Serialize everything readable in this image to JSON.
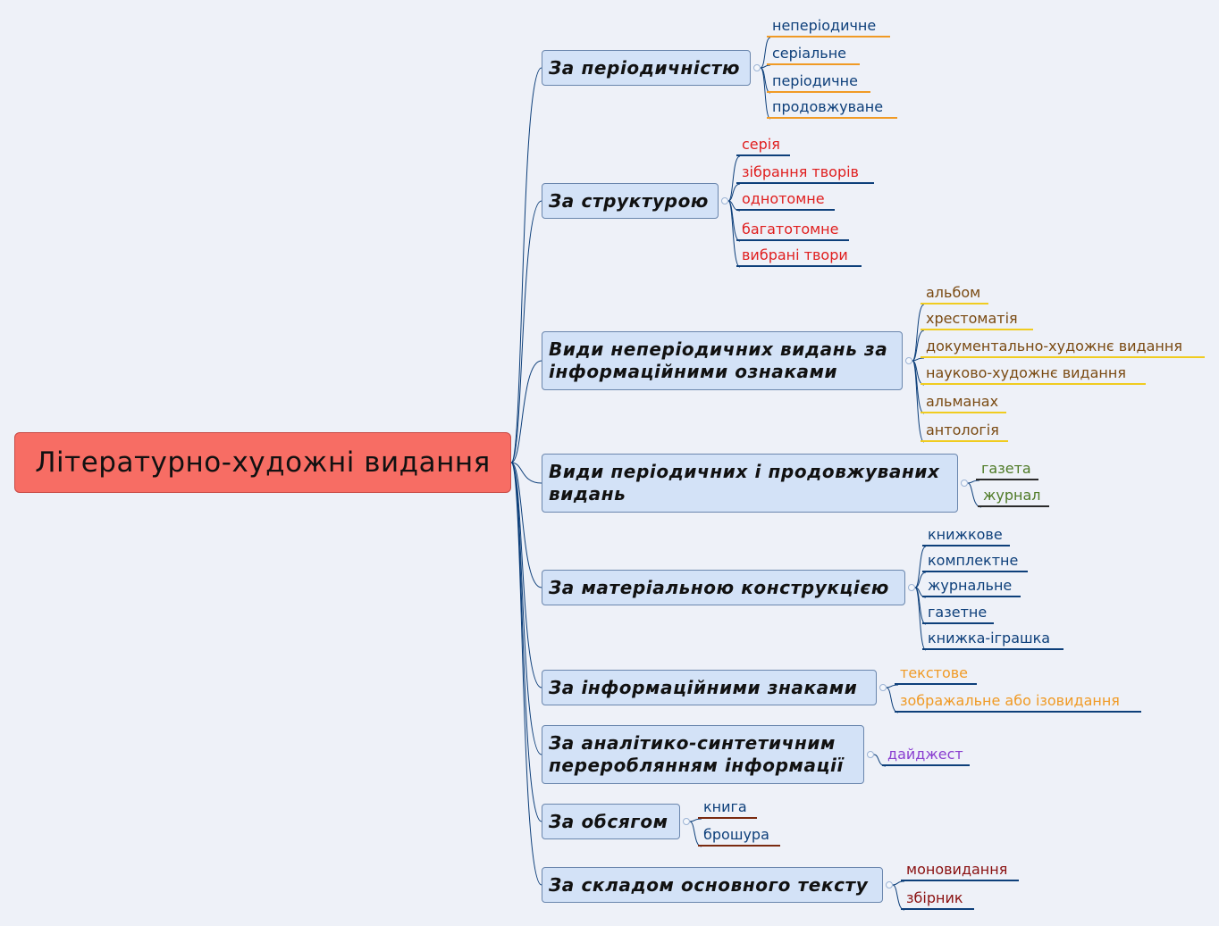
{
  "root": {
    "label": "Літературно-художні видання"
  },
  "branches": [
    {
      "label": "За періодичністю",
      "text_color": "#0d3f7a",
      "line_color": "#f09a25",
      "leaves": [
        "неперіодичне",
        "серіальне",
        "періодичне",
        "продовжуване"
      ]
    },
    {
      "label": "За структурою",
      "text_color": "#e01e1e",
      "line_color": "#0d3f7a",
      "leaves": [
        "серія",
        "зібрання творів",
        "однотомне",
        "багатотомне",
        "вибрані твори"
      ]
    },
    {
      "label": "Види неперіодичних видань за інформаційними ознаками",
      "text_color": "#7a4a12",
      "line_color": "#f0cc20",
      "leaves": [
        "альбом",
        "хрестоматія",
        "документально-художнє видання",
        "науково-художнє видання",
        "альманах",
        "антологія"
      ]
    },
    {
      "label": "Види періодичних і продовжуваних видань",
      "text_color": "#4e7a26",
      "line_color": "#2a2a2a",
      "leaves": [
        "газета",
        "журнал"
      ]
    },
    {
      "label": "За матеріальною конструкцією",
      "text_color": "#0d3f7a",
      "line_color": "#0d3f7a",
      "leaves": [
        "книжкове",
        "комплектне",
        "журнальне",
        "газетне",
        "книжка-іграшка"
      ]
    },
    {
      "label": "За інформаційними знаками",
      "text_color": "#f09a25",
      "line_color": "#0d3f7a",
      "leaves": [
        "текстове",
        "зображальне або ізовидання"
      ]
    },
    {
      "label": "За аналітико-синтетичним перероблянням інформації",
      "text_color": "#8a3fd0",
      "line_color": "#0d3f7a",
      "leaves": [
        "дайджест"
      ]
    },
    {
      "label": "За обсягом",
      "text_color": "#0d3f7a",
      "line_color": "#7a2a10",
      "leaves": [
        "книга",
        "брошура"
      ]
    },
    {
      "label": "За складом основного тексту",
      "text_color": "#8a1010",
      "line_color": "#0d3f7a",
      "leaves": [
        "моновидання",
        "збірник"
      ]
    }
  ]
}
